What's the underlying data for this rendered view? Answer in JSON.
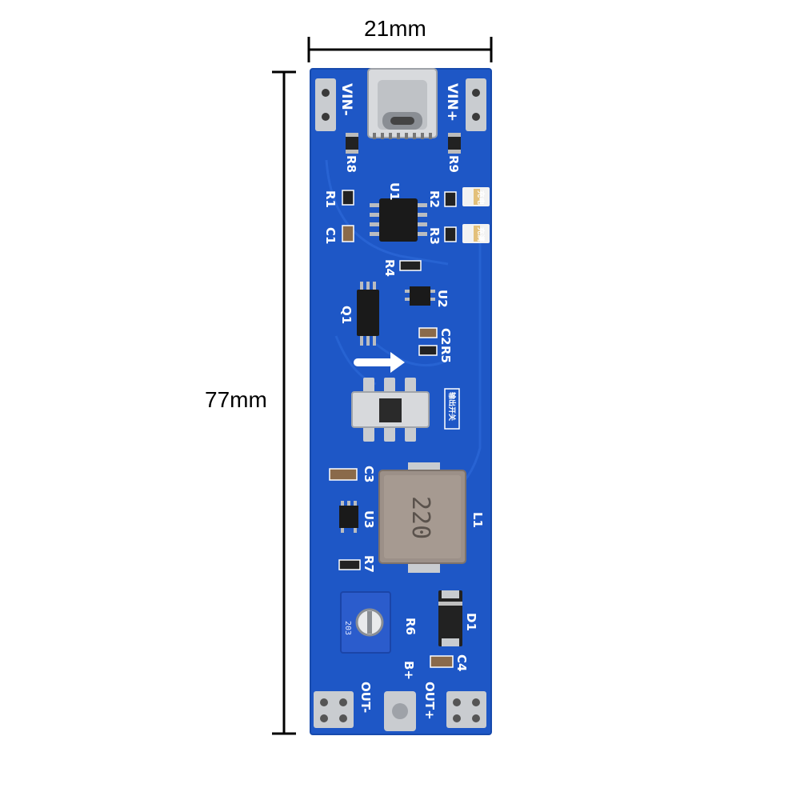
{
  "dimensions": {
    "width_label": "21mm",
    "height_label": "77mm"
  },
  "silkscreen": {
    "vin_minus": "VIN-",
    "vin_plus": "VIN+",
    "r1": "R1",
    "r2": "R2",
    "r3": "R3",
    "r4": "R4",
    "r5": "R5",
    "r6": "R6",
    "r7": "R7",
    "r8": "R8",
    "r9": "R9",
    "c1": "C1",
    "c2": "C2",
    "c3": "C3",
    "c4": "C4",
    "u1": "U1",
    "u2": "U2",
    "u3": "U3",
    "q1": "Q1",
    "l1": "L1",
    "d1": "D1",
    "b_plus": "B+",
    "out_minus": "OUT-",
    "out_plus": "OUT+",
    "switch_label": "输出开关",
    "inductor_marking": "220",
    "pot_marking": "203",
    "led1_marking": "充电",
    "led2_marking": "充满"
  },
  "colors": {
    "pcb": "#1e57c6",
    "pcb_edge": "#174aad",
    "silk": "#ffffff",
    "pad": "#c9ccd0",
    "chip": "#1a1a1a"
  }
}
